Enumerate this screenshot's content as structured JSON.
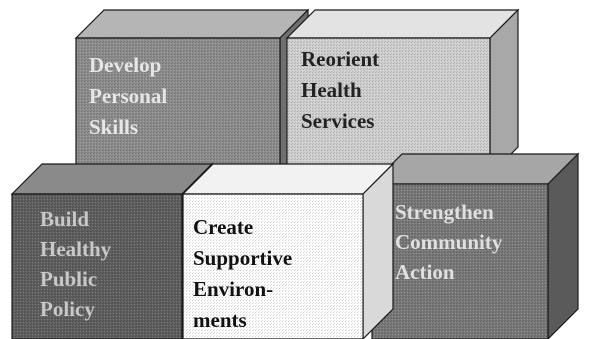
{
  "colors": {
    "background": "#ffffff",
    "outline": "#1a1a1a"
  },
  "cubes": [
    {
      "id": "develop-personal-skills",
      "lines": [
        "Develop",
        "Personal",
        "Skills"
      ],
      "front_color": "#8c8c8c",
      "top_color": "#b5b5b5",
      "side_color": "#6f6f6f",
      "text_color": "#e6e6e6"
    },
    {
      "id": "reorient-health-services",
      "lines": [
        "Reorient",
        "Health",
        "Services"
      ],
      "front_color": "#cfcfcf",
      "top_color": "#e3e3e3",
      "side_color": "#a8a8a8",
      "text_color": "#222222"
    },
    {
      "id": "build-healthy-public-policy",
      "lines": [
        "Build",
        "Healthy",
        "Public",
        "Policy"
      ],
      "front_color": "#5e5e5e",
      "top_color": "#8a8a8a",
      "side_color": "#4a4a4a",
      "text_color": "#c8c8c8"
    },
    {
      "id": "create-supportive-environments",
      "lines": [
        "Create",
        "Supportive",
        "Environ-",
        "ments"
      ],
      "front_color": "#ffffff",
      "top_color": "#f2f2f2",
      "side_color": "#d9d9d9",
      "text_color": "#111111"
    },
    {
      "id": "strengthen-community-action",
      "lines": [
        "Strengthen",
        "Community",
        "Action"
      ],
      "front_color": "#787878",
      "top_color": "#a6a6a6",
      "side_color": "#5a5a5a",
      "text_color": "#e0e0e0"
    }
  ]
}
